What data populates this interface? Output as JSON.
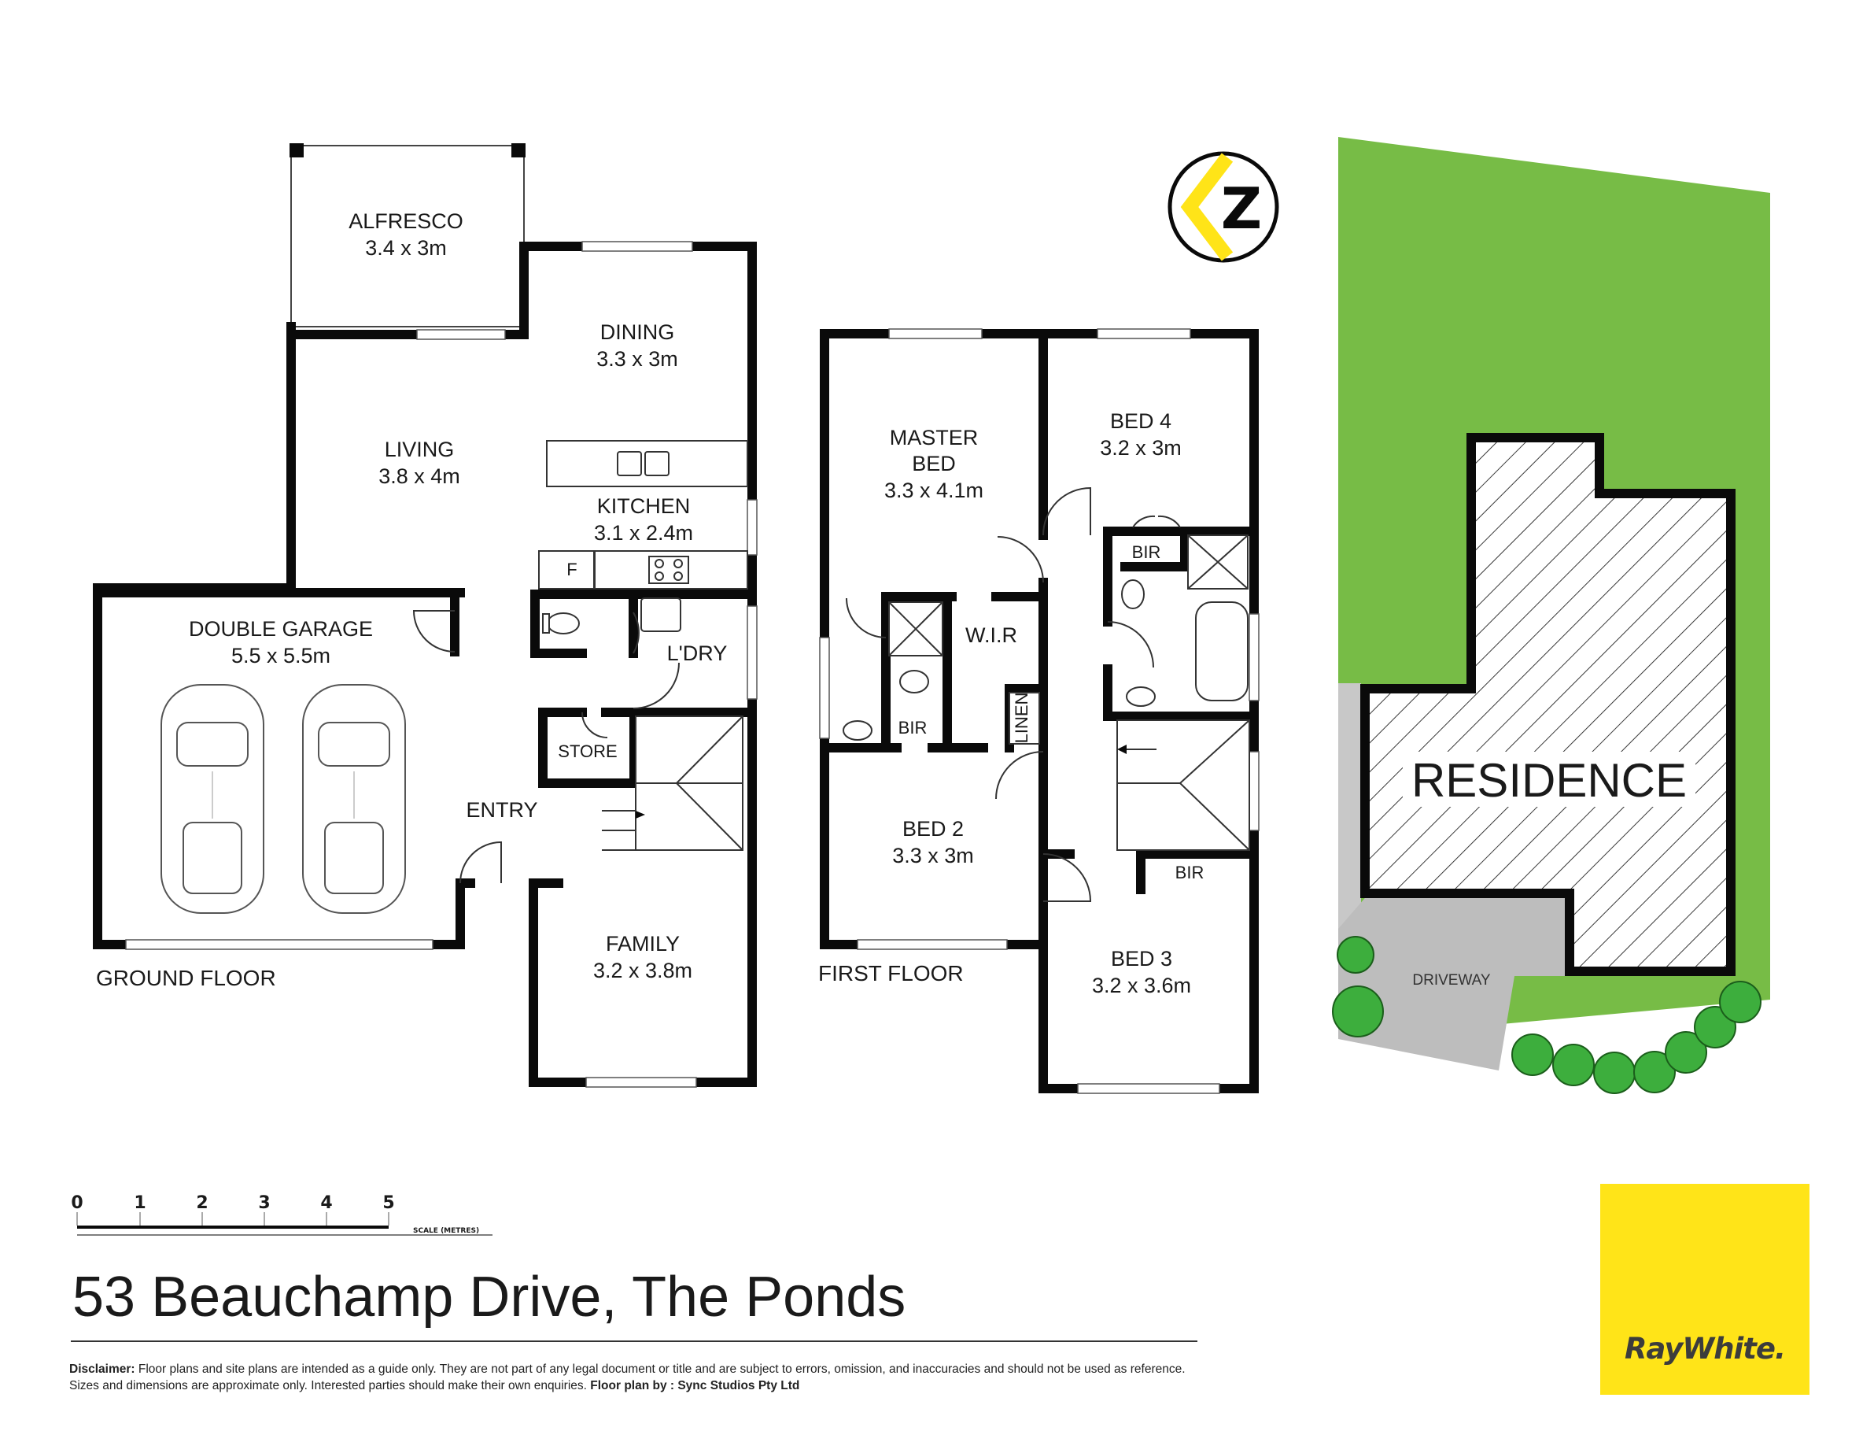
{
  "rooms": {
    "alfresco": {
      "name": "ALFRESCO",
      "size": "3.4 x 3m"
    },
    "dining": {
      "name": "DINING",
      "size": "3.3 x 3m"
    },
    "living": {
      "name": "LIVING",
      "size": "3.8 x 4m"
    },
    "kitchen": {
      "name": "KITCHEN",
      "size": "3.1 x 2.4m"
    },
    "double_garage": {
      "name": "DOUBLE GARAGE",
      "size": "5.5 x 5.5m"
    },
    "family": {
      "name": "FAMILY",
      "size": "3.2 x 3.8m"
    },
    "master_bed": {
      "name_line1": "MASTER",
      "name_line2": "BED",
      "size": "3.3 x 4.1m"
    },
    "bed4": {
      "name": "BED 4",
      "size": "3.2 x 3m"
    },
    "bed2": {
      "name": "BED 2",
      "size": "3.3 x 3m"
    },
    "bed3": {
      "name": "BED 3",
      "size": "3.2 x 3.6m"
    }
  },
  "small_labels": {
    "fridge": "F",
    "laundry": "L'DRY",
    "store": "STORE",
    "entry": "ENTRY",
    "wir": "W.I.R",
    "bir": "BIR",
    "linen": "LINEN"
  },
  "floor_labels": {
    "ground": "GROUND FLOOR",
    "first": "FIRST FLOOR"
  },
  "site_plan": {
    "residence_label": "RESIDENCE",
    "driveway_label": "DRIVEWAY",
    "lawn_color": "#77bc46",
    "tree_color": "#3dae3d",
    "driveway_color": "#bdbdbd"
  },
  "scale": {
    "ticks": [
      "0",
      "1",
      "2",
      "3",
      "4",
      "5"
    ],
    "caption": "SCALE (METRES)"
  },
  "address": "53 Beauchamp Drive, The Ponds",
  "disclaimer": {
    "label": "Disclaimer:",
    "body": " Floor plans and site plans are intended as a guide only. They are not part of any legal document or title and are subject to errors, omission, and inaccuracies and should not be used as reference. Sizes and dimensions are approximate only. Interested parties should make their own enquiries. ",
    "credit": "Floor plan by : Sync Studios Pty Ltd"
  },
  "north_symbol": {
    "letter": "Z",
    "accent": "#ffe418"
  },
  "brand": {
    "name": "RayWhite",
    "dot": ".",
    "color": "#ffe418"
  }
}
